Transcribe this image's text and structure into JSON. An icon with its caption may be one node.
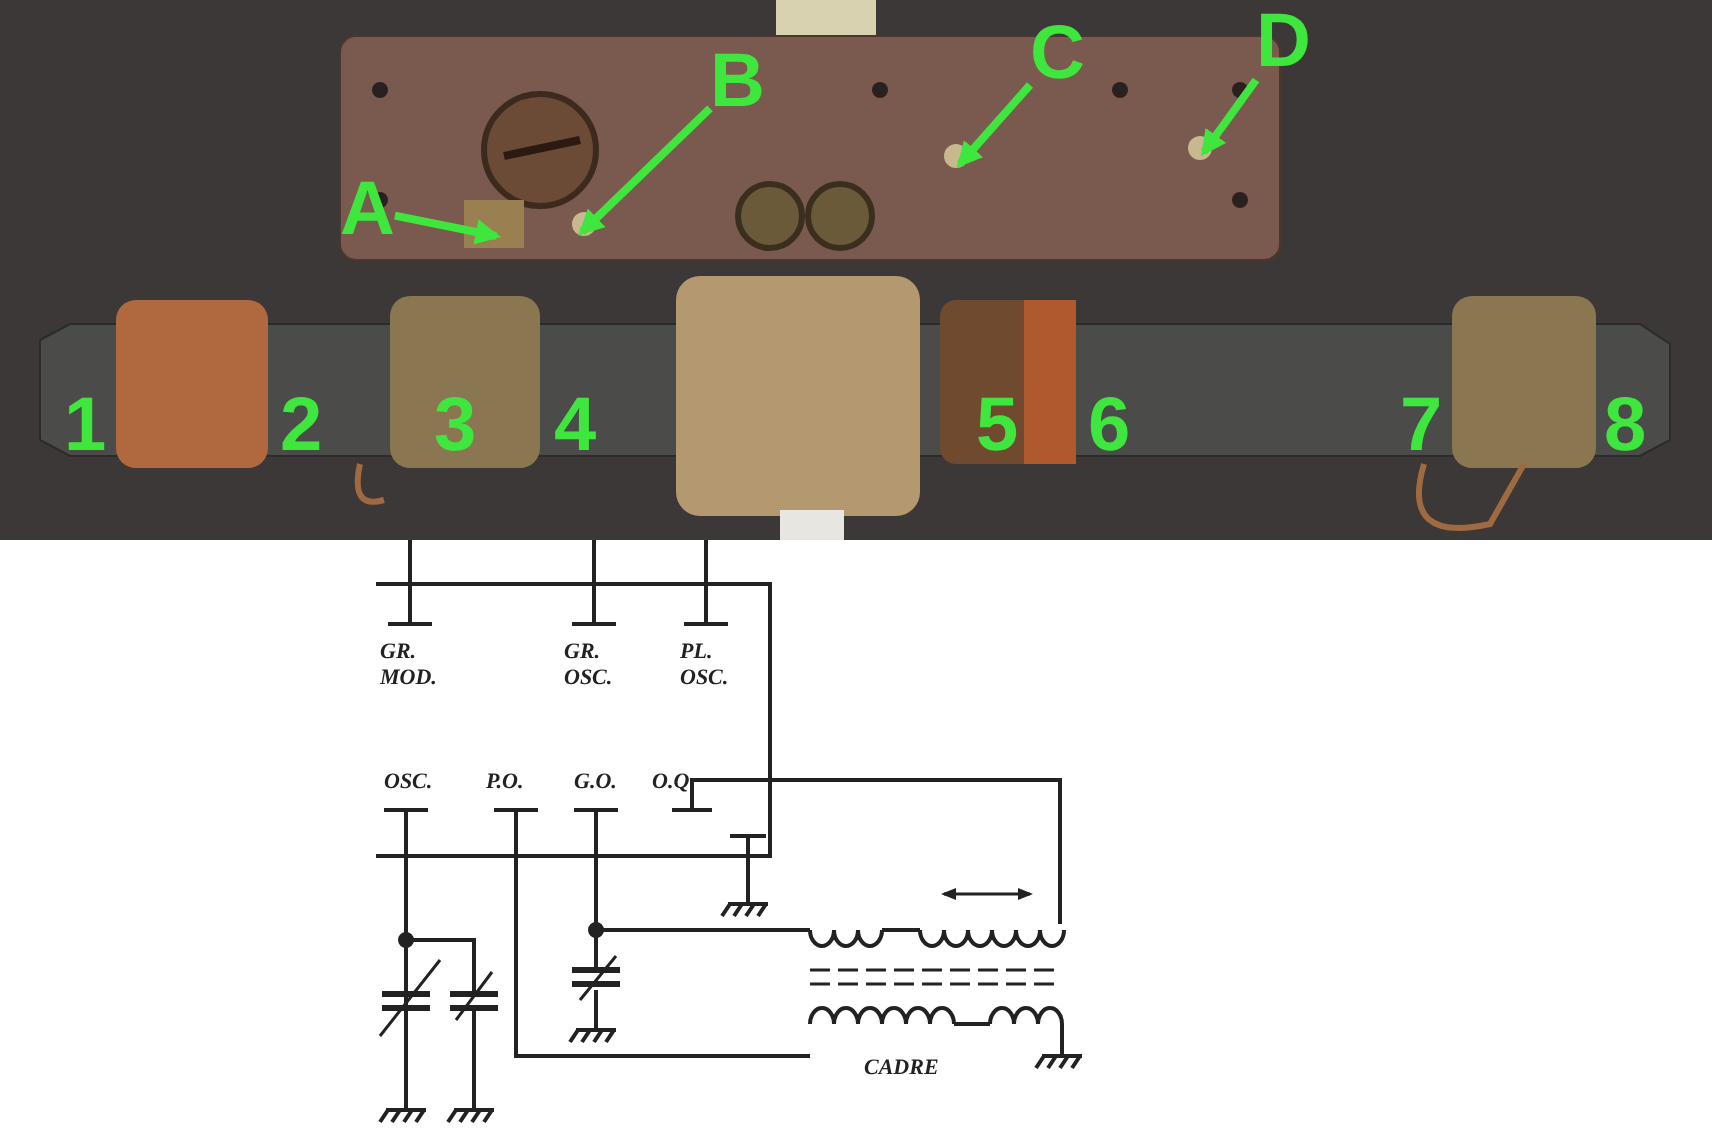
{
  "diagram": {
    "nodes": [
      {
        "text": [
          "A"
        ]
      },
      {
        "text": [
          "B"
        ]
      },
      {
        "text": [
          "C"
        ]
      },
      {
        "text": [
          "D"
        ]
      }
    ],
    "edges": [
      {
        "from": 0,
        "to": null,
        "arrow": "to"
      },
      {
        "from": 1,
        "to": null,
        "arrow": "to"
      },
      {
        "from": 2,
        "to": null,
        "arrow": "to"
      },
      {
        "from": 3,
        "to": null,
        "arrow": "to"
      }
    ],
    "labels": [
      "1",
      "2",
      "3",
      "4",
      "5",
      "6",
      "7",
      "8",
      "GR. MOD.",
      "GR. OSC.",
      "PL. OSC.",
      "OSC.",
      "P.O.",
      "G.O.",
      "O.Q",
      "CADRE"
    ]
  }
}
